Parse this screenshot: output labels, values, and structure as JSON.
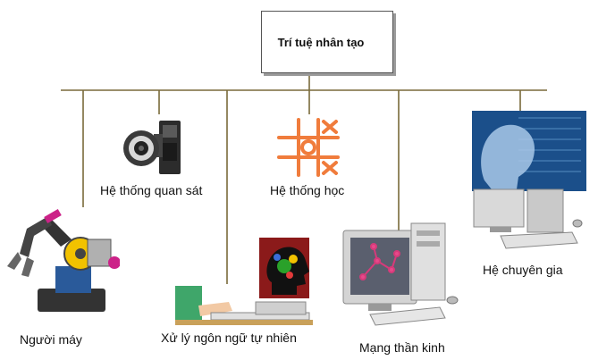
{
  "root": {
    "label": "Trí tuệ nhân tạo"
  },
  "branches": [
    {
      "id": "robot",
      "label": "Người máy",
      "icon": "robot-arm-icon"
    },
    {
      "id": "vision",
      "label": "Hệ thống quan sát",
      "icon": "camera-sensor-icon"
    },
    {
      "id": "nlp",
      "label": "Xử lý ngôn ngữ tự nhiên",
      "icon": "head-typing-icon"
    },
    {
      "id": "learning",
      "label": "Hệ thống học",
      "icon": "tic-tac-toe-icon"
    },
    {
      "id": "neural",
      "label": "Mạng thần kinh",
      "icon": "computer-molecule-icon"
    },
    {
      "id": "expert",
      "label": "Hệ chuyên gia",
      "icon": "computer-brain-icon"
    }
  ],
  "colors": {
    "lines": "#7a6a3a",
    "tictactoe": "#f07c3c",
    "dark_red": "#8b1a1a"
  }
}
